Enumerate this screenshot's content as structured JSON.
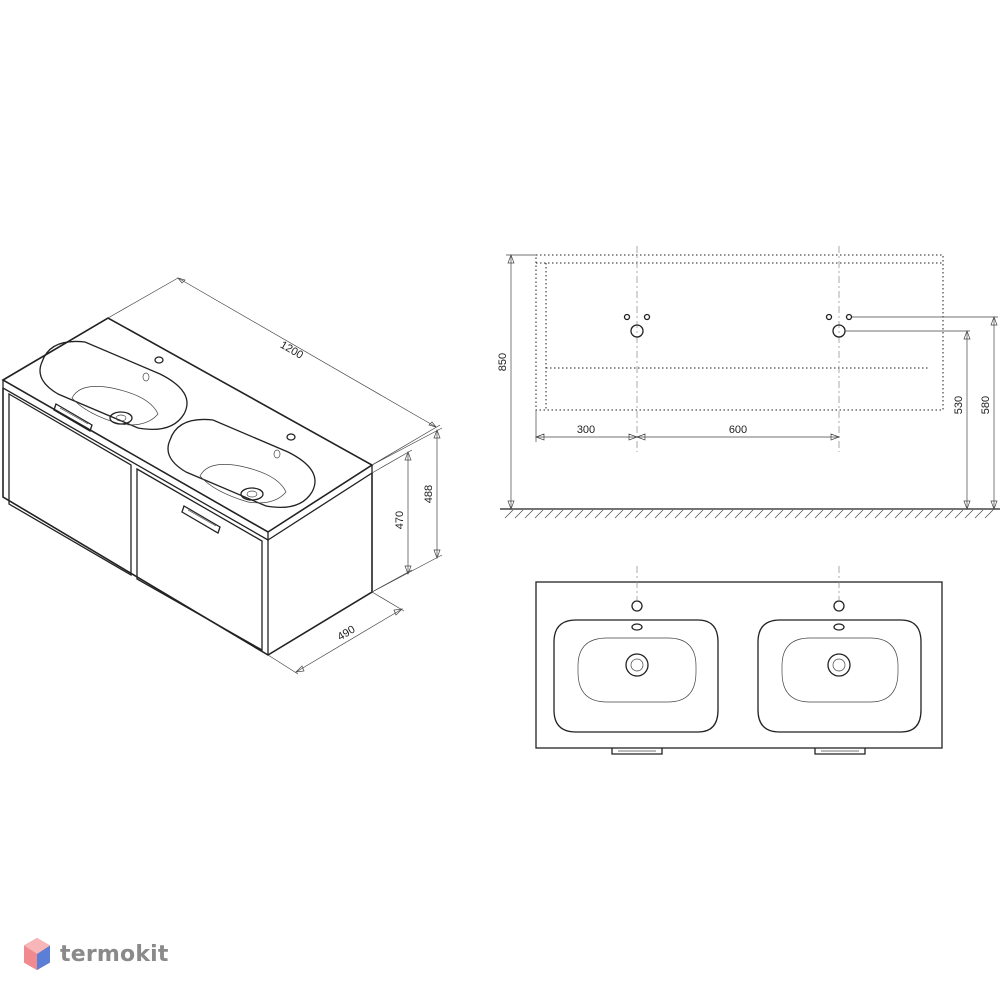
{
  "drawing": {
    "iso_view": {
      "dims": {
        "width": "1200",
        "height_total": "488",
        "height_cabinet": "470",
        "depth": "490"
      }
    },
    "front_view": {
      "dims": {
        "height": "850",
        "offset": "300",
        "spacing": "600",
        "drain_height": "530",
        "supply_height": "580"
      }
    },
    "top_view": {}
  },
  "brand": {
    "name": "termokit",
    "logo_icon": "hexagon-cube-icon",
    "colors": {
      "red": "#e8545a",
      "blue": "#5b7fd6",
      "text": "#8a8a8a"
    }
  }
}
